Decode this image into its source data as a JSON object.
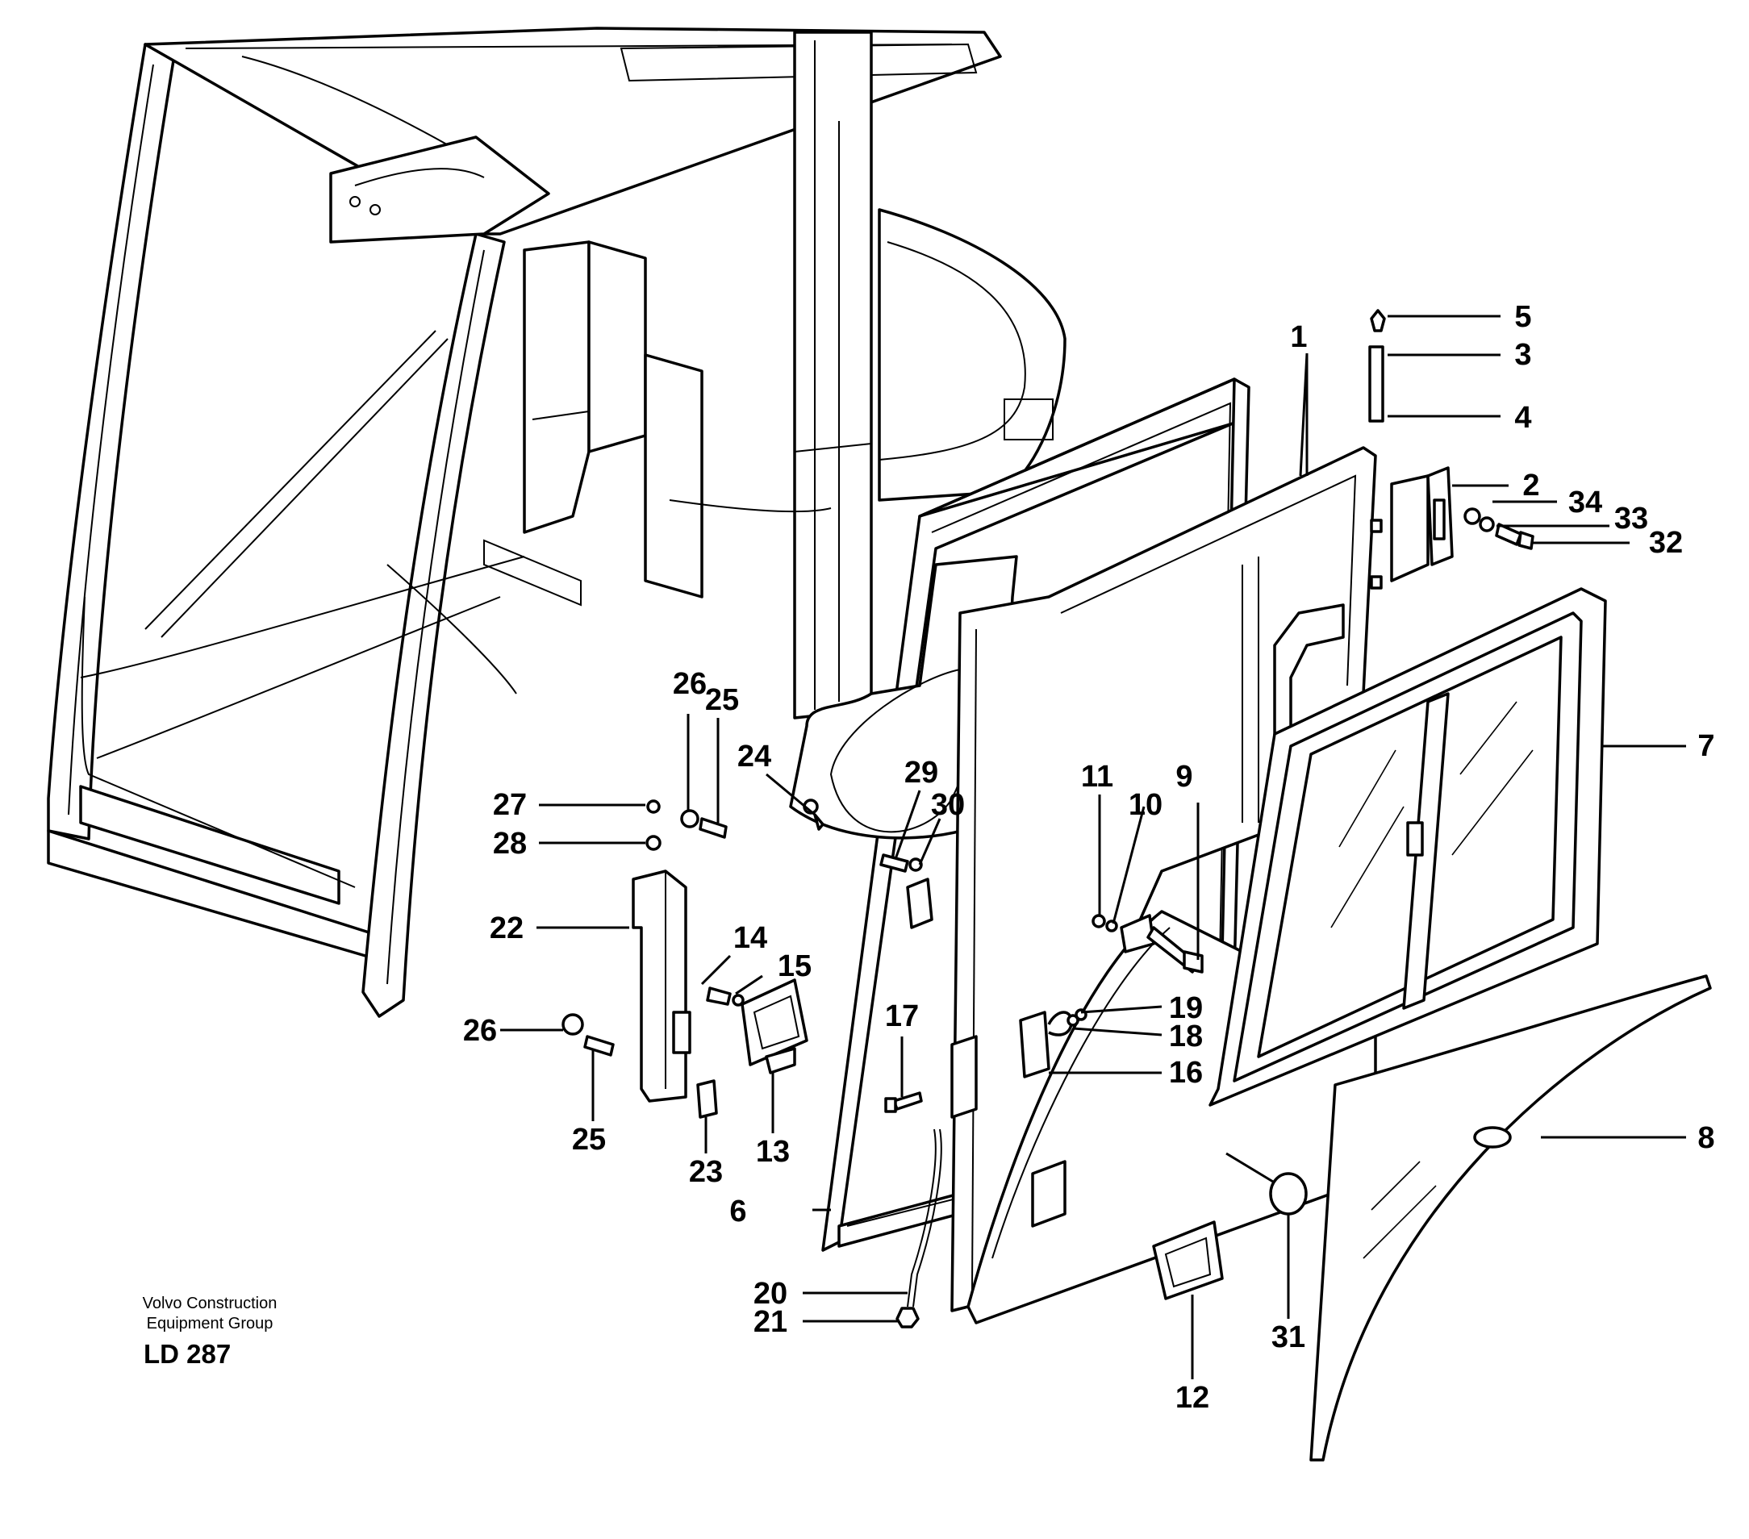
{
  "footer": {
    "company_line_1": "Volvo Construction",
    "company_line_2": "Equipment Group",
    "drawing_id": "LD 287"
  },
  "callouts": {
    "c1": "1",
    "c2": "2",
    "c3": "3",
    "c4": "4",
    "c5": "5",
    "c6": "6",
    "c7": "7",
    "c8": "8",
    "c9": "9",
    "c10": "10",
    "c11": "11",
    "c12": "12",
    "c13": "13",
    "c14": "14",
    "c15": "15",
    "c16": "16",
    "c17": "17",
    "c18": "18",
    "c19": "19",
    "c20": "20",
    "c21": "21",
    "c22": "22",
    "c23": "23",
    "c24": "24",
    "c25a": "25",
    "c25b": "25",
    "c26a": "26",
    "c26b": "26",
    "c27": "27",
    "c28": "28",
    "c29": "29",
    "c30": "30",
    "c31": "31",
    "c32": "32",
    "c33": "33",
    "c34": "34"
  }
}
